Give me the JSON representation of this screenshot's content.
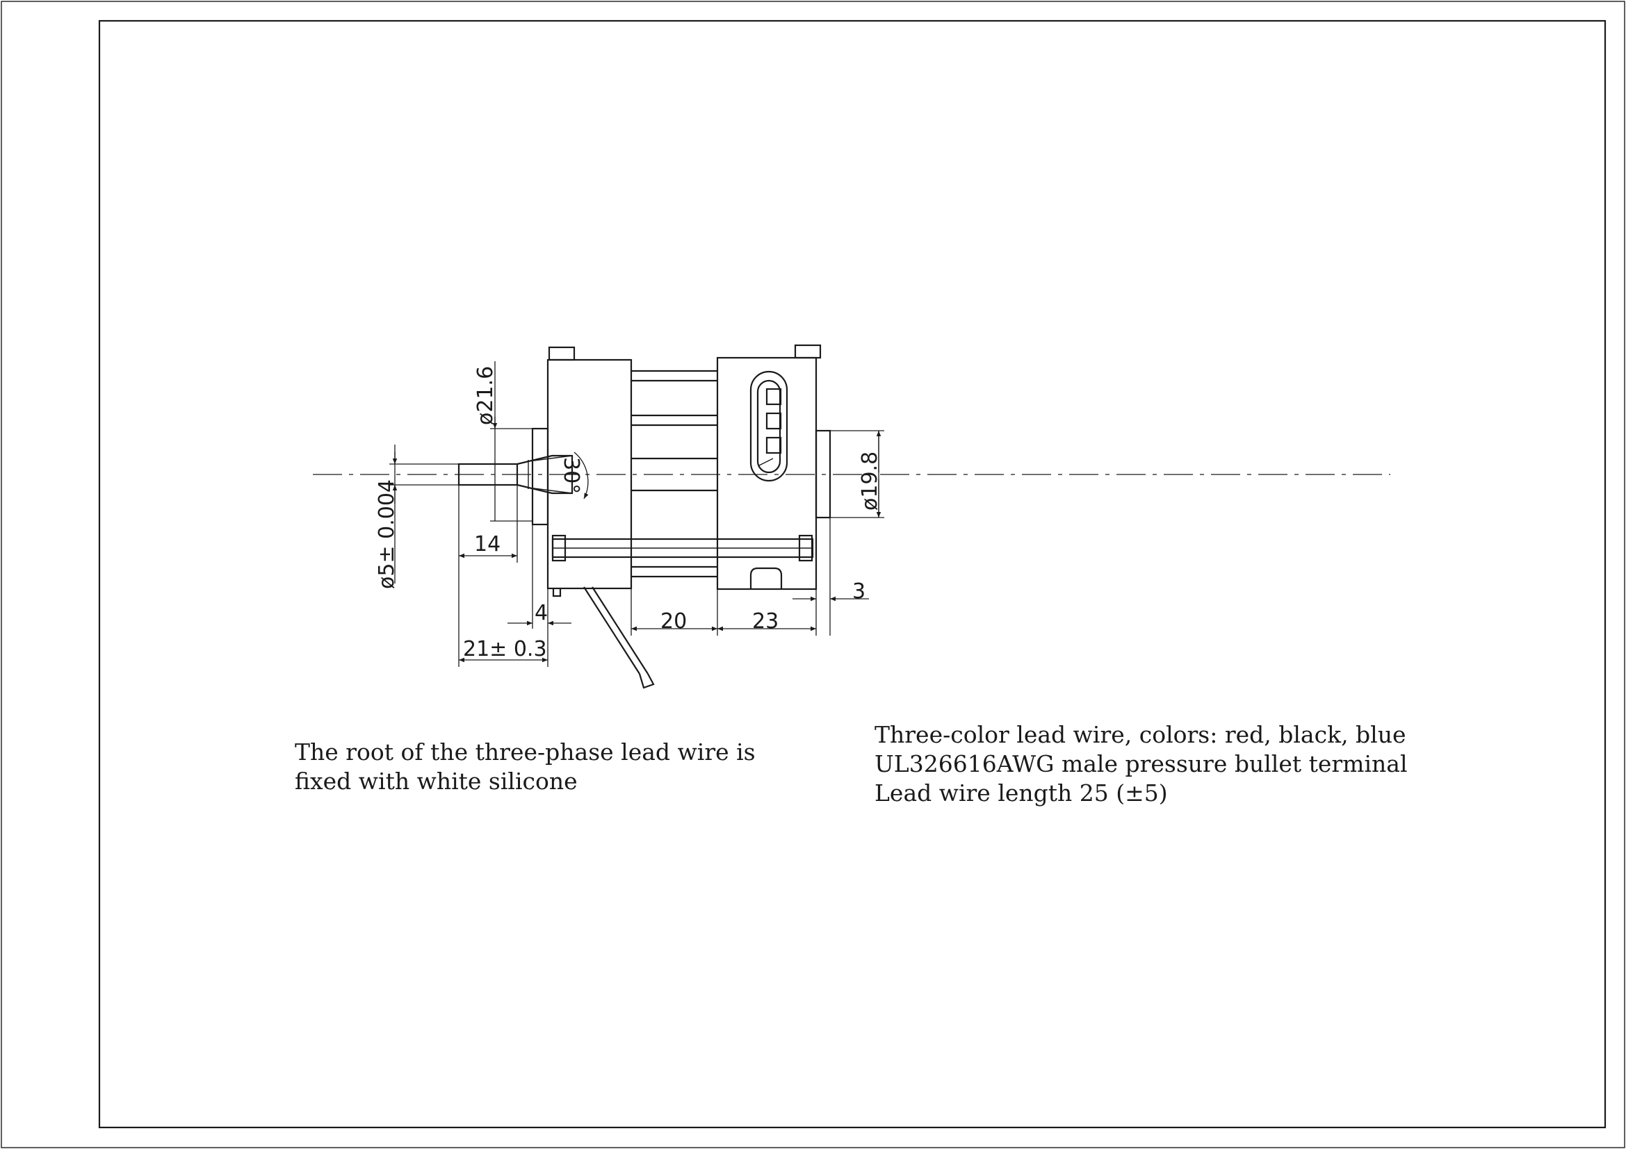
{
  "dimensions": {
    "shaft_diameter": "ø5± 0.004",
    "flange_diameter": "ø21.6",
    "rear_diameter": "ø19.8",
    "chamfer_angle": "30°",
    "shaft_step_length": "14",
    "flange_thickness": "4",
    "shaft_length": "21± 0.3",
    "middle_length": "20",
    "rear_length": "23",
    "rear_boss_length": "3"
  },
  "notes": {
    "left": {
      "line1": "The root of the three-phase lead wire is",
      "line2": "fixed with white silicone"
    },
    "right": {
      "line1": "Three-color lead wire, colors: red, black, blue",
      "line2": "UL326616AWG male pressure bullet terminal",
      "line3": "Lead wire length 25 (±5)"
    }
  }
}
